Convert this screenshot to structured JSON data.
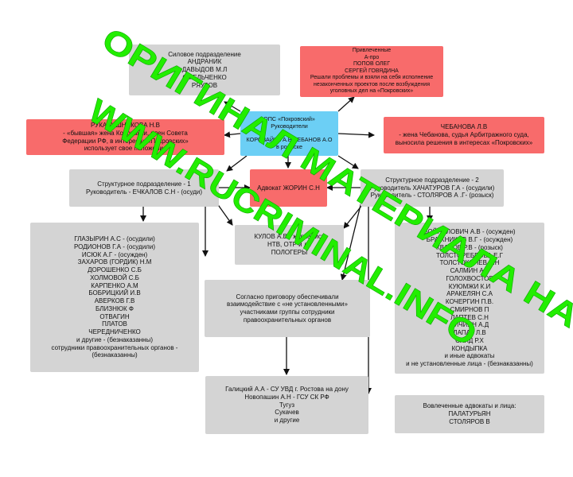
{
  "nodes": {
    "silovoe": [
      "Силовое подразделение",
      "АНДРАНИК",
      "ДАВЫДОВ М.Л",
      "ОМЕЛЬЧЕНКО",
      "РЯУЗОВ"
    ],
    "privlechennye": [
      "Привлеченные",
      "А-про",
      "ПОПОВ ОЛЕГ",
      "СЕРГЕЙ ГОВЯДИНА",
      "Решали проблемы и взяли на себя исполнение",
      "незаконченных проектов после возбуждения",
      "уголовных дел на «Покровских»"
    ],
    "ops": [
      "ОПС «Покровский»",
      "Руководители",
      "",
      "КОРОВАЙКА А.В        ЧЕБАНОВ А.О",
      "в розыске"
    ],
    "rukavishnikova": [
      "РУКАВИШНИКОВА Н.В",
      "- «бывшая» жена Коровайки, член Совета",
      "Федерации РФ, в интересах «Покровских»",
      "использует свое положение"
    ],
    "chebanova": [
      "ЧЕБАНОВА Л.В",
      "- жена Чебанова, судья Арбитражного суда,",
      "выносила решения в интересах «Покровских»"
    ],
    "struktura1": [
      "Структурное подразделение - 1",
      "Руководитель - ЕЧКАЛОВ С.Н - (осуди)"
    ],
    "advokat": [
      "Адвокат ЖОРИН С.Н"
    ],
    "struktura2": [
      "Структурное подразделение - 2",
      "Руководитель ХАЧАТУРОВ Г.А - (осудили)",
      "Руководитель - СТОЛЯРОВ А .Г- (розыск)"
    ],
    "list1": [
      "ГЛАЗЫРИН А.С  - (осудили)",
      "РОДИОНОВ Г.А - (осудили)",
      "ИСЮК А.Г - (осужден)",
      "ЗАХАРОВ (ГОРДИК) Н.М",
      "ДОРОШЕНКО С.Б",
      "ХОЛМОВОЙ С.Б",
      "КАРПЕНКО А.М",
      "БОБРИЦКИЙ И.В",
      "АВЕРКОВ Г.В",
      "БЛИЗНЮК Ф",
      "ОТВАГИН",
      "ПЛАТОВ",
      "ЧЕРЕДНИЧЕНКО",
      "и другие - (безнаказанны)",
      "сотрудники правоохранительных органов -",
      "(безнаказанны)"
    ],
    "kulov": [
      "КУЛОВ А.В - журналист",
      "НТВ, ОТР и др",
      "ПОЛОГЕРЫ"
    ],
    "prigovor": [
      "Согласно приговору обеспечивали",
      "взаимодействие с «не установленными»",
      "участниками группы сотрудники",
      "правоохранительных органов"
    ],
    "list2": [
      "ВОЙНАЛОВИЧ А.В - (осужден)",
      "БРАЖНИКОВ В.Г - (осужден)",
      "КВАСОВ Р.В - (розыск)",
      "ТОЛСТОРЕБРОВА Е.Г",
      "ТОЛСТОКОНЕВ А.Н",
      "САЛМИН А.Г",
      "ГОЛОХВОСТОВ",
      "КУЮМЖИ К.И",
      "АРАКЕЛЯН С.А",
      "КОЧЕРГИН П.В.",
      "СМИРНОВ П",
      "ЛАПТЕВ С.Н",
      "КИЧИЯН А.Д",
      "ЛАПАЧ Л.В",
      "САИД Р.Х",
      "КОНДЫПКА",
      "и иные адвокаты",
      "и не установленные лица - (безнаказанны)"
    ],
    "galickiy": [
      "Галицкий А.А - СУ УВД г. Ростова на дону",
      "Новопашин А.Н - ГСУ СК РФ",
      "Тугуз",
      "Сукачев",
      "и другие"
    ],
    "advokaty": [
      "Вовлеченные адвокаты и лица:",
      "ПАЛАТУРЬЯН",
      "СТОЛЯРОВ В"
    ]
  },
  "watermark": {
    "line1": "ОРИГИНАЛ МАТЕРИАЛА НА",
    "line2": "WWW.RUCRIMINAL.INFO"
  },
  "colors": {
    "gray": "#d4d4d4",
    "red": "#f86b6b",
    "blue": "#6ccff5",
    "watermark": "#22ee00"
  }
}
